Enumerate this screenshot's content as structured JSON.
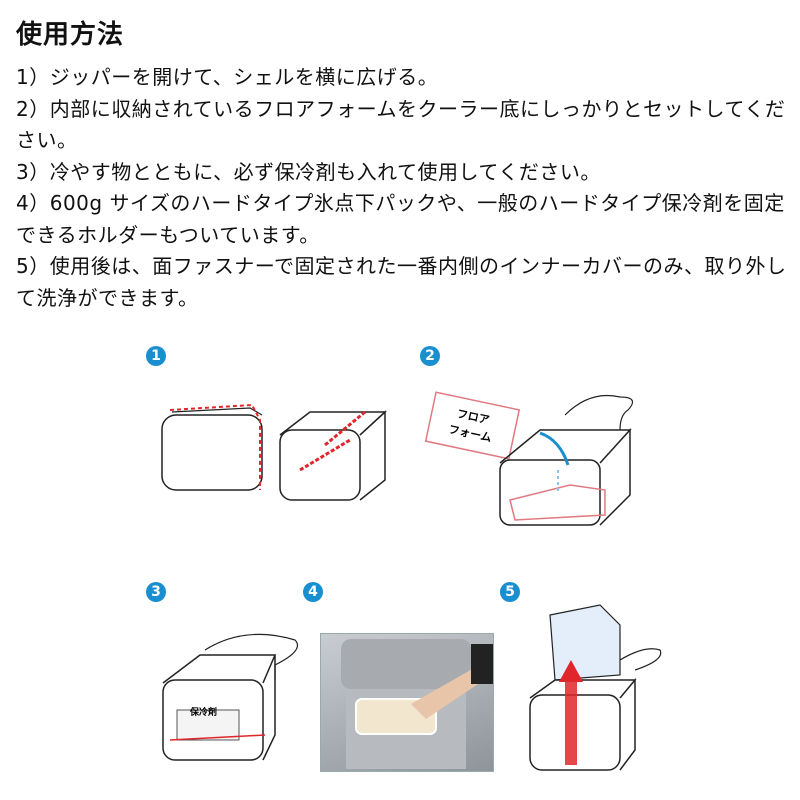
{
  "title": "使用方法",
  "steps": [
    "1）ジッパーを開けて、シェルを横に広げる。",
    "2）内部に収納されているフロアフォームをクーラー底にしっかりとセットしてください。",
    "3）冷やす物とともに、必ず保冷剤も入れて使用してください。",
    "4）600g サイズのハードタイプ氷点下パックや、一般のハードタイプ保冷剤を固定できるホルダーもついています。",
    "5）使用後は、面ファスナーで固定された一番内側のインナーカバーのみ、取り外して洗浄ができます。"
  ],
  "figures": {
    "numbers": [
      "1",
      "2",
      "3",
      "4",
      "5"
    ],
    "floor_foam_label": [
      "フロア",
      "フォーム"
    ],
    "ice_pack_label": "保冷剤"
  },
  "colors": {
    "accent": "#1a8fd0",
    "arrow_red": "#e0262a"
  }
}
